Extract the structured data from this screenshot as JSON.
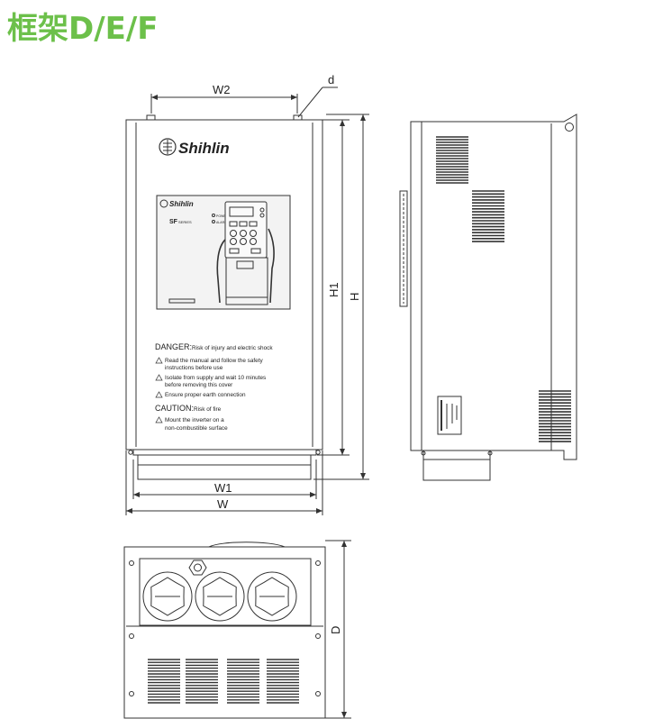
{
  "title": "框架D/E/F",
  "dimensions": {
    "w2": "W2",
    "d_small": "d",
    "h1": "H1",
    "h": "H",
    "w1": "W1",
    "w": "W",
    "depth": "D"
  },
  "brand": {
    "name": "Shihlin",
    "series": "SF",
    "series_suffix": "SERIES"
  },
  "keypad": {
    "led_power": "POWER",
    "led_alarm": "ALARM"
  },
  "warnings": {
    "danger_title": "DANGER:",
    "danger_text": "Risk of injury and electric shock",
    "danger_items": [
      "Read the manual and follow the safety",
      "instructions before use",
      "Isolate from supply and wait 10 minutes",
      "before removing this cover",
      "Ensure proper earth connection"
    ],
    "caution_title": "CAUTION:",
    "caution_text": "Risk of fire",
    "caution_items": [
      "Mount the inverter on a",
      "non-combustible surface"
    ]
  },
  "colors": {
    "title": "#6cc04a",
    "line": "#333333",
    "panel_fill": "#f3f3f3"
  }
}
